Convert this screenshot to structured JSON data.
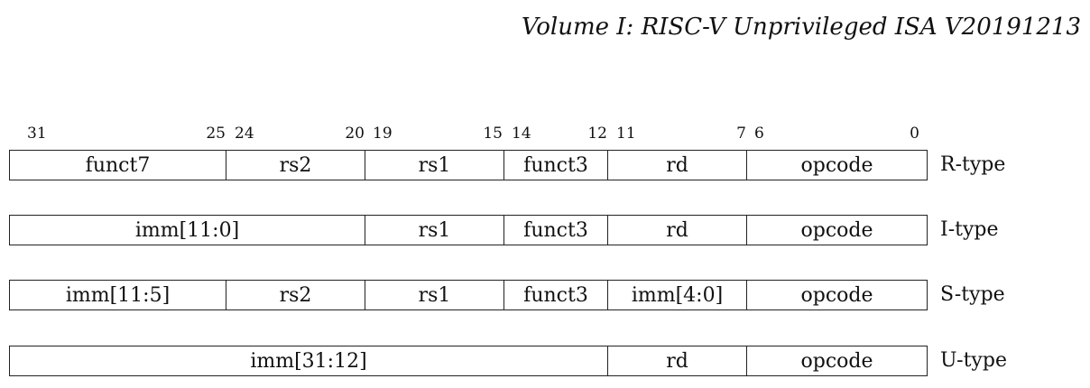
{
  "header": {
    "title": "Volume I: RISC-V Unprivileged ISA V20191213"
  },
  "bit_numbers": [
    "31",
    "25",
    "24",
    "20",
    "19",
    "15",
    "14",
    "12",
    "11",
    "7",
    "6",
    "0"
  ],
  "formats": [
    {
      "label": "R-type",
      "fields": [
        "funct7",
        "rs2",
        "rs1",
        "funct3",
        "rd",
        "opcode"
      ]
    },
    {
      "label": "I-type",
      "fields": [
        "imm[11:0]",
        "rs1",
        "funct3",
        "rd",
        "opcode"
      ]
    },
    {
      "label": "S-type",
      "fields": [
        "imm[11:5]",
        "rs2",
        "rs1",
        "funct3",
        "imm[4:0]",
        "opcode"
      ]
    },
    {
      "label": "U-type",
      "fields": [
        "imm[31:12]",
        "rd",
        "opcode"
      ]
    }
  ]
}
